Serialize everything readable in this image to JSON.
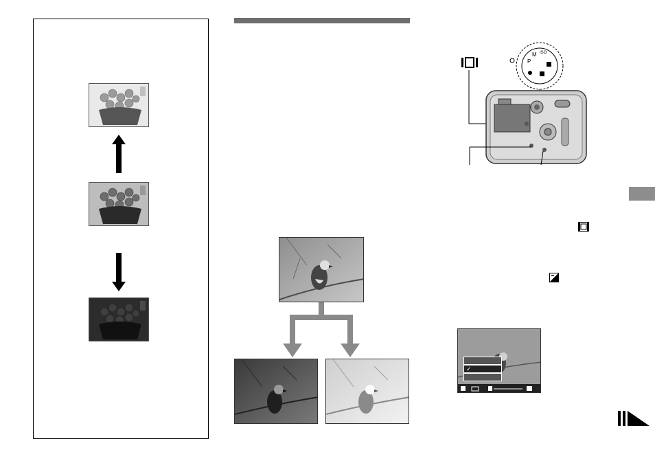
{
  "left_panel": {
    "images": [
      {
        "name": "flower-photo-bright",
        "brightness": "light"
      },
      {
        "name": "flower-photo-normal",
        "brightness": "normal"
      },
      {
        "name": "flower-photo-dark",
        "brightness": "dark"
      }
    ],
    "arrows": [
      "arrow-up",
      "arrow-down"
    ]
  },
  "center_panel": {
    "photos": [
      "bird-photo-original",
      "bird-photo-dark",
      "bird-photo-light"
    ]
  },
  "right_panel": {
    "lcd_menu": {
      "checkmark": "✓"
    },
    "icons": [
      "screen-frame-icon",
      "mode-dial-icon",
      "movie-icon",
      "exposure-icon",
      "continued-icon"
    ]
  },
  "colors": {
    "header_bar": "#6e6e6e",
    "side_tab": "#8d8d8d",
    "arrow_gray": "#8a8a8a"
  }
}
